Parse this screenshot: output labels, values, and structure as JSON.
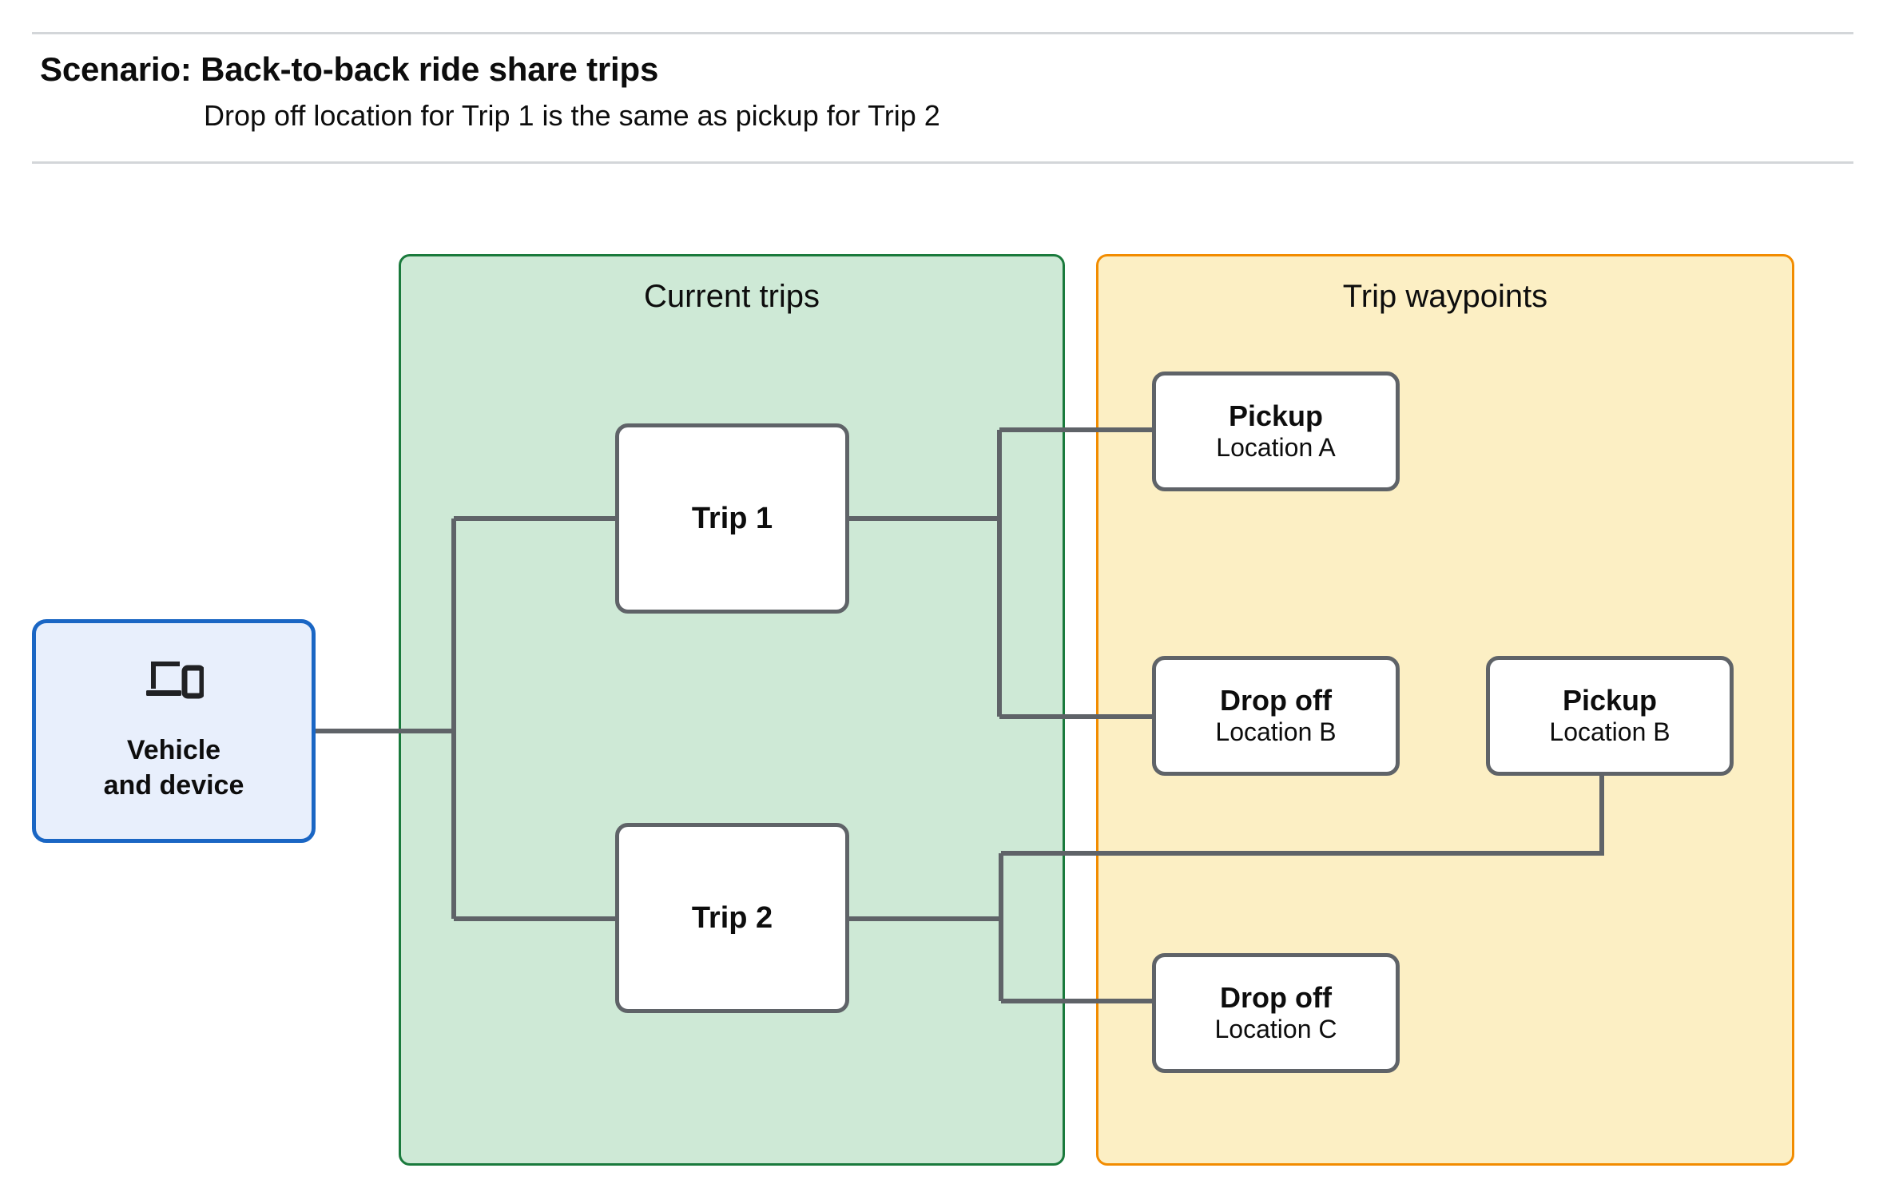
{
  "header": {
    "title": "Scenario: Back-to-back ride share trips",
    "subtitle": "Drop off  location for Trip 1 is the same as pickup for Trip 2"
  },
  "panels": {
    "current_trips": {
      "title": "Current trips",
      "fill_color": "#cee9d6",
      "border_color": "#1a7a3c"
    },
    "trip_waypoints": {
      "title": "Trip waypoints",
      "fill_color": "#fcefc4",
      "border_color": "#f28c00"
    }
  },
  "nodes": {
    "vehicle": {
      "label": "Vehicle\nand device",
      "icon": "devices-icon",
      "fill_color": "#e8effc",
      "border_color": "#1a66c4"
    },
    "trip_1": {
      "label": "Trip 1"
    },
    "trip_2": {
      "label": "Trip 2"
    },
    "pickup_a": {
      "title": "Pickup",
      "subtitle": "Location A"
    },
    "dropoff_b": {
      "title": "Drop off",
      "subtitle": "Location B"
    },
    "pickup_b": {
      "title": "Pickup",
      "subtitle": "Location B"
    },
    "dropoff_c": {
      "title": "Drop off",
      "subtitle": "Location C"
    }
  },
  "connectors": {
    "color": "#5f6368",
    "edges": [
      {
        "from": "vehicle",
        "to": "trip_1"
      },
      {
        "from": "vehicle",
        "to": "trip_2"
      },
      {
        "from": "trip_1",
        "to": "pickup_a"
      },
      {
        "from": "trip_1",
        "to": "dropoff_b"
      },
      {
        "from": "trip_2",
        "to": "pickup_b"
      },
      {
        "from": "trip_2",
        "to": "dropoff_c"
      }
    ]
  }
}
